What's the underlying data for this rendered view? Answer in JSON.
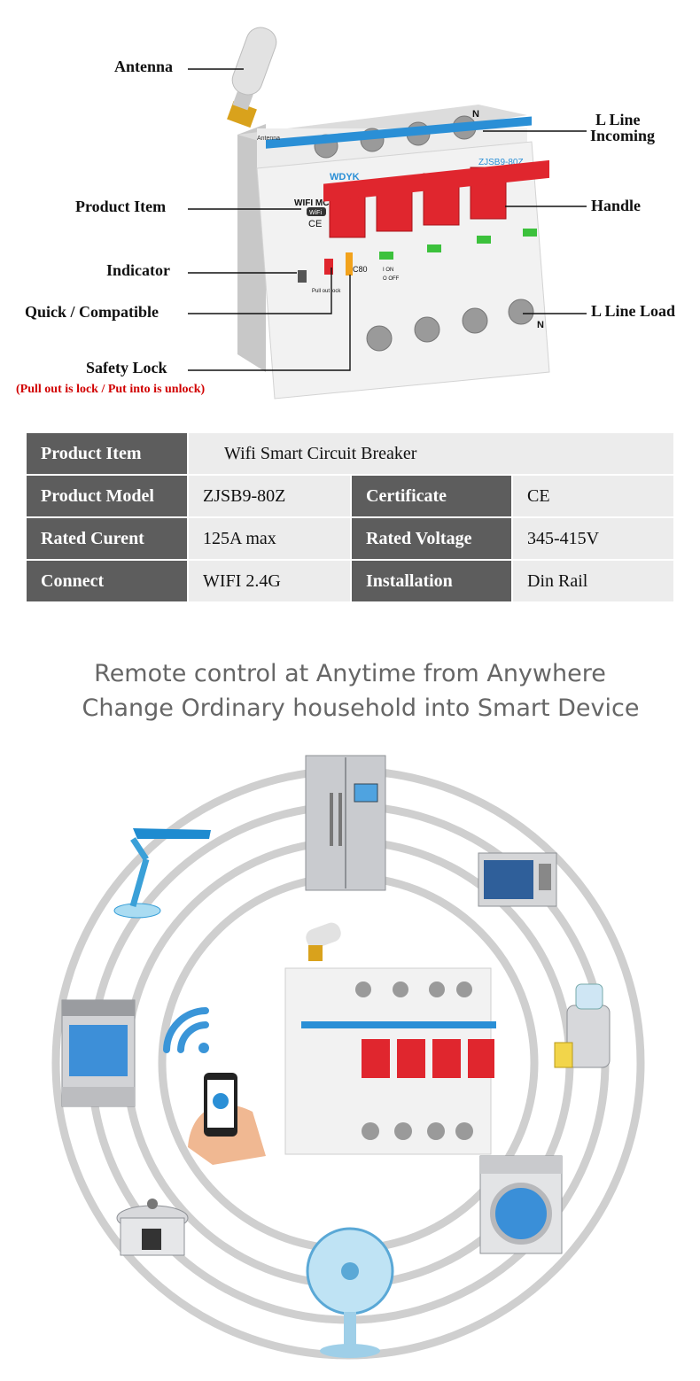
{
  "diagram": {
    "labels": {
      "antenna": "Antenna",
      "product_item": "Product Item",
      "indicator": "Indicator",
      "quick_compatible": "Quick / Compatible",
      "safety_lock": "Safety Lock",
      "safety_lock_note": "(Pull out is lock / Put into is unlock)",
      "l_line_incoming_1": "L Line",
      "l_line_incoming_2": "Incoming",
      "handle": "Handle",
      "l_line_load": "L Line Load"
    },
    "device_text": {
      "antenna_small": "Antenna",
      "brand": "WDYK",
      "model": "ZJSB9-80Z",
      "wifi_mcb": "WIFI MCB",
      "wifi_badge": "WiFi",
      "ce": "CE",
      "n_mark": "N",
      "rating": "C80",
      "on": "I ON",
      "off": "O OFF",
      "pull_out_lock": "Pull out lock"
    }
  },
  "spec_table": {
    "rows": [
      [
        {
          "text": "Product Item",
          "type": "hd"
        },
        {
          "text": "Wifi Smart Circuit Breaker",
          "type": "val",
          "span": 3
        }
      ],
      [
        {
          "text": "Product Model",
          "type": "hd"
        },
        {
          "text": "ZJSB9-80Z",
          "type": "val"
        },
        {
          "text": "Certificate",
          "type": "hd"
        },
        {
          "text": "CE",
          "type": "val"
        }
      ],
      [
        {
          "text": "Rated Curent",
          "type": "hd"
        },
        {
          "text": "125A max",
          "type": "val"
        },
        {
          "text": "Rated Voltage",
          "type": "hd"
        },
        {
          "text": "345-415V",
          "type": "val"
        }
      ],
      [
        {
          "text": "Connect",
          "type": "hd"
        },
        {
          "text": "WIFI 2.4G",
          "type": "val"
        },
        {
          "text": "Installation",
          "type": "hd"
        },
        {
          "text": "Din Rail",
          "type": "val"
        }
      ]
    ]
  },
  "slogan": {
    "line1": "Remote control at Anytime from Anywhere",
    "line2": "Change Ordinary household into Smart Device"
  },
  "colors": {
    "header_bg": "#5d5d5d",
    "value_bg": "#ececec",
    "handle_red": "#e0262e",
    "indicator_green": "#3cc13c",
    "note_red": "#d10000",
    "ring_gray": "#cfcfcf",
    "antenna_gold": "#d9a21c",
    "brand_blue": "#2a8fd6"
  },
  "icons": [
    "antenna-icon",
    "circuit-breaker-icon",
    "refrigerator-icon",
    "microwave-icon",
    "desk-lamp-icon",
    "oven-icon",
    "juicer-icon",
    "wifi-icon",
    "smartphone-hand-icon",
    "washing-machine-icon",
    "rice-cooker-icon",
    "electric-fan-icon"
  ]
}
